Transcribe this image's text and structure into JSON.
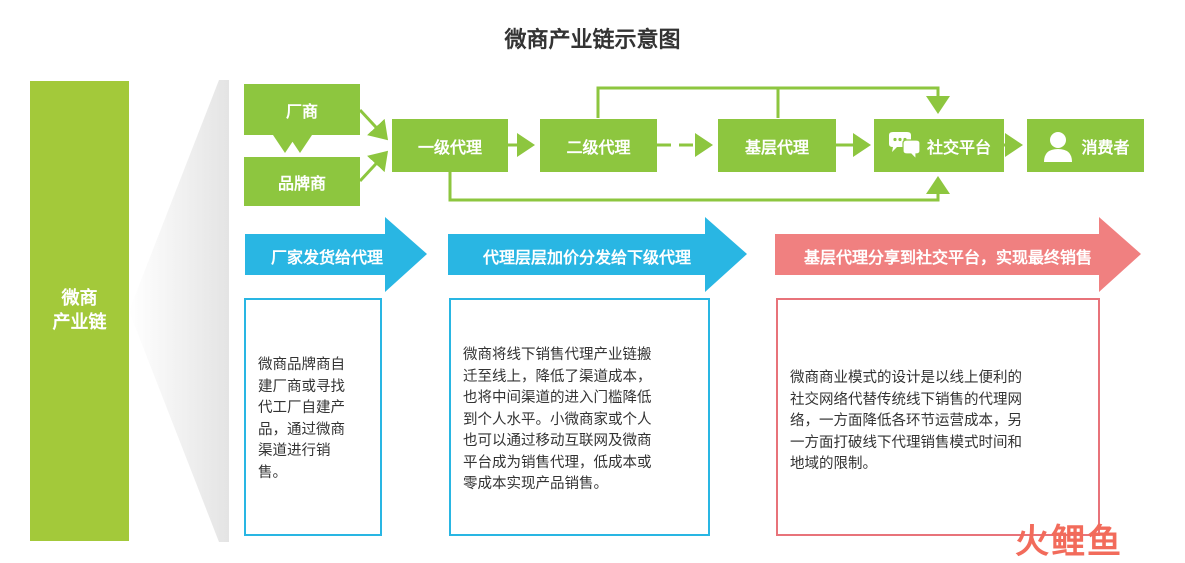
{
  "title": "微商产业链示意图",
  "left_label": [
    "微商",
    "产业链"
  ],
  "nodes": {
    "factory": "厂商",
    "brand": "品牌商",
    "level1": "一级代理",
    "level2": "二级代理",
    "base": "基层代理",
    "social": "社交平台",
    "consumer": "消费者"
  },
  "banners": [
    {
      "text": "厂家发货给代理",
      "color": "#29b6e3"
    },
    {
      "text": "代理层层加价分发给下级代理",
      "color": "#29b6e3"
    },
    {
      "text": "基层代理分享到社交平台，实现最终销售",
      "color": "#f08080"
    }
  ],
  "boxes": [
    {
      "lines": [
        "微商品牌商自",
        "建厂商或寻找",
        "代工厂自建产",
        "品，通过微商",
        "渠道进行销",
        "售。"
      ],
      "border": "#29b6e3"
    },
    {
      "lines": [
        "微商将线下销售代理产业链搬",
        "迁至线上，降低了渠道成本，",
        "也将中间渠道的进入门槛降低",
        "到个人水平。小微商家或个人",
        "也可以通过移动互联网及微商",
        "平台成为销售代理，低成本或",
        "零成本实现产品销售。"
      ],
      "border": "#29b6e3"
    },
    {
      "lines": [
        "微商商业模式的设计是以线上便利的",
        "社交网络代替传统线下销售的代理网",
        "络，一方面降低各环节运营成本，另",
        "一方面打破线下代理销售模式时间和",
        "地域的限制。"
      ],
      "border": "#e8737a"
    }
  ],
  "watermark": "火鲤鱼",
  "colors": {
    "node_green": "#8dc63f",
    "sidebar_green": "#a3c93a",
    "blue": "#29b6e3",
    "pink": "#f08080"
  }
}
